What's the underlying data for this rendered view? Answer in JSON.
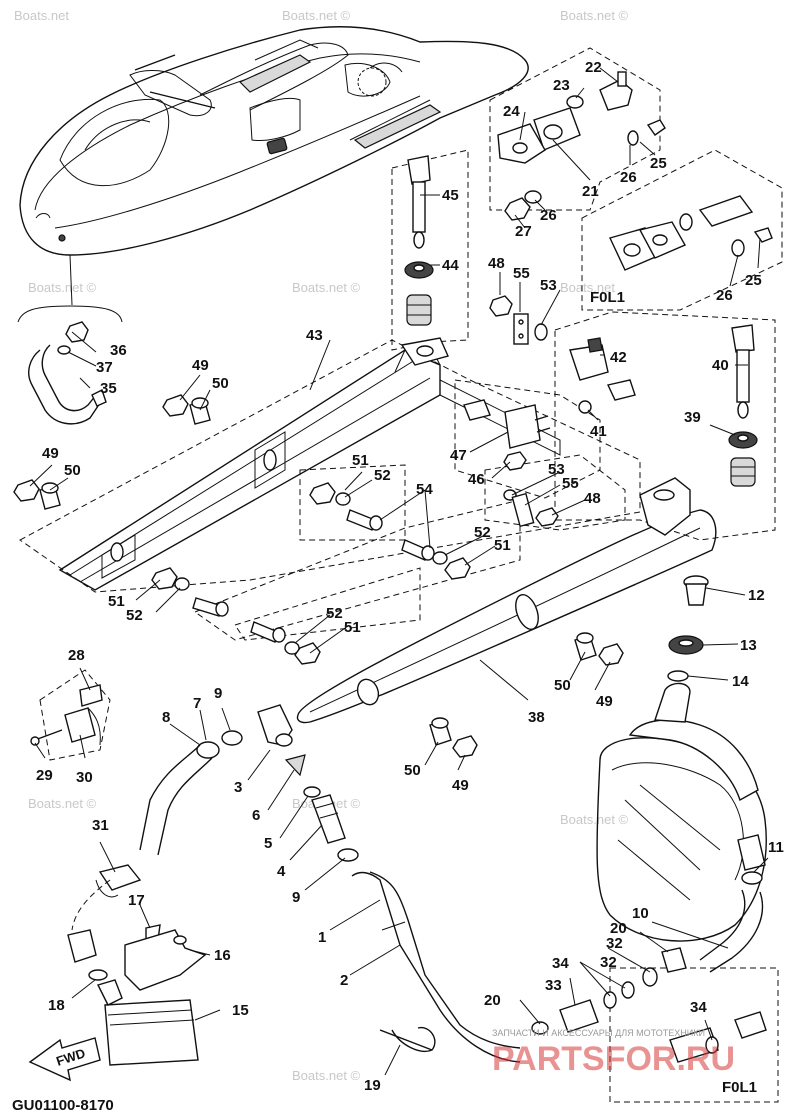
{
  "diagram": {
    "code": "GU01100-8170",
    "watermarks": [
      "Boats.net",
      "Boats.net ©",
      "Boats.net ©",
      "Boats.net ©",
      "Boats.net ©",
      "Boats.net",
      "Boats.net ©",
      "Boats.net ©",
      "Boats.net ©",
      "Boats.net ©"
    ],
    "brand": "PARTSFOR.RU",
    "brand_sub": "ЗАПЧАСТИ И АКСЕССУАРЫ ДЛЯ МОТОТЕХНИКИ",
    "fwd_label": "FWD",
    "boxes": {
      "fol1_top": "F0L1",
      "fol1_bottom": "F0L1"
    },
    "part_numbers": [
      "1",
      "2",
      "3",
      "4",
      "5",
      "6",
      "7",
      "8",
      "9",
      "9",
      "10",
      "11",
      "12",
      "13",
      "14",
      "15",
      "16",
      "17",
      "18",
      "19",
      "20",
      "20",
      "21",
      "22",
      "23",
      "24",
      "25",
      "25",
      "26",
      "26",
      "26",
      "27",
      "28",
      "29",
      "30",
      "31",
      "32",
      "32",
      "33",
      "34",
      "34",
      "35",
      "36",
      "37",
      "38",
      "39",
      "40",
      "41",
      "42",
      "43",
      "44",
      "45",
      "46",
      "47",
      "48",
      "48",
      "49",
      "49",
      "49",
      "49",
      "50",
      "50",
      "50",
      "50",
      "51",
      "51",
      "51",
      "51",
      "52",
      "52",
      "52",
      "52",
      "53",
      "53",
      "54",
      "55",
      "55"
    ]
  }
}
